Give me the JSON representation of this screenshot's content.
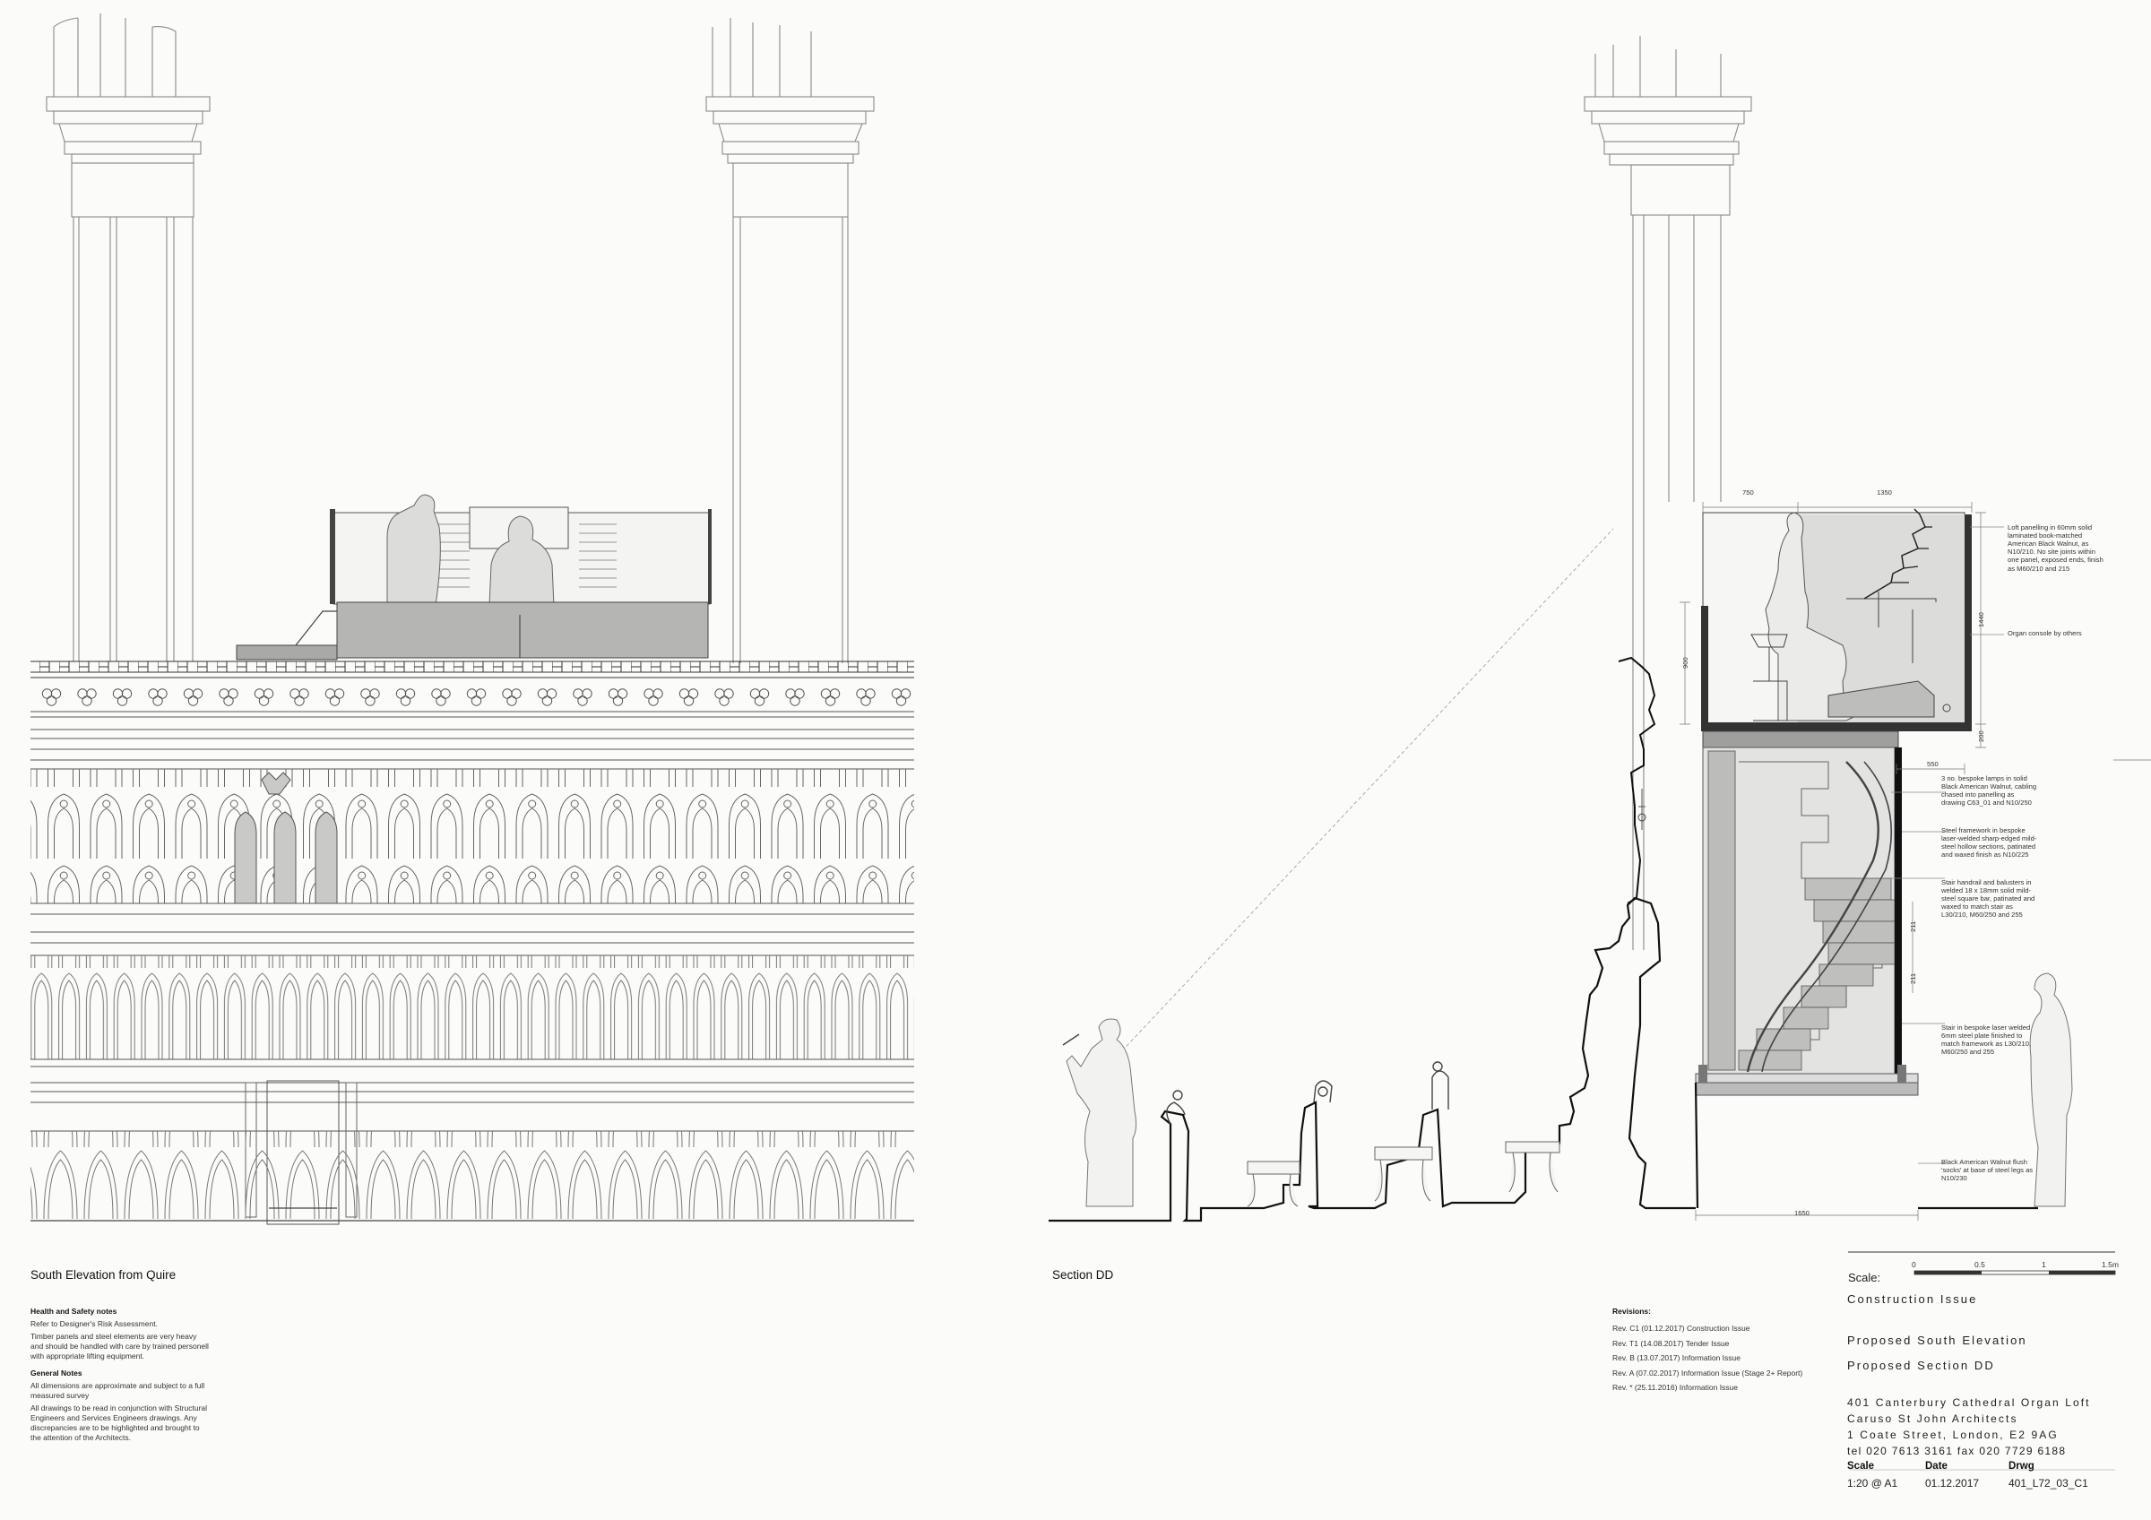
{
  "views": {
    "elevation_title": "South Elevation from Quire",
    "section_title": "Section DD"
  },
  "notes": {
    "hs_heading": "Health and Safety notes",
    "hs_1": "Refer to Designer's Risk Assessment.",
    "hs_2": "Timber panels and steel elements are very heavy and should be handled with care by trained personell with appropriate lifting equipment.",
    "general_heading": "General Notes",
    "general_1": "All dimensions are approximate and subject to a full measured survey",
    "general_2": "All drawings to be read in conjunction with Structural Engineers and Services Engineers drawings. Any discrepancies are to be highlighted and brought to the attention of the Architects."
  },
  "revisions": {
    "heading": "Revisions:",
    "items": [
      "Rev. C1 (01.12.2017) Construction Issue",
      "Rev. T1 (14.08.2017) Tender Issue",
      "Rev. B (13.07.2017) Information Issue",
      "Rev. A (07.02.2017) Information Issue (Stage 2+ Report)",
      "Rev. * (25.11.2016) Information Issue"
    ]
  },
  "title_block": {
    "scale_label": "Scale:",
    "scale_ticks": [
      "0",
      "0.5",
      "1",
      "1.5m"
    ],
    "issue": "Construction Issue",
    "title_1": "Proposed South Elevation",
    "title_2": "Proposed Section DD",
    "project": "401 Canterbury Cathedral Organ Loft",
    "practice": "Caruso St John Architects",
    "address": "1 Coate Street,   London,   E2 9AG",
    "phone": "tel 020 7613 3161    fax 020 7729 6188",
    "scale_heading": "Scale",
    "date_heading": "Date",
    "drwg_heading": "Drwg",
    "scale_value": "1:20 @ A1",
    "date_value": "01.12.2017",
    "drwg_value": "401_L72_03_C1"
  },
  "annotations": {
    "panelling": "Loft panelling in 60mm solid laminated book-matched American Black Walnut, as N10/210. No site joints within one panel, exposed ends, finish as M60/210 and 215",
    "console": "Organ console by others",
    "lamps": "3 no. bespoke lamps in solid Black American Walnut, cabling chased into panelling as drawing C63_01 and N10/250",
    "framework": "Steel framework in bespoke laser-welded sharp-edged mild-steel hollow sections, patinated and waxed finish as N10/225",
    "handrail": "Stair handrail and balusters in welded 18 x 18mm solid mild-steel square bar, patinated and waxed to match stair as L30/210, M60/250 and 255",
    "stair": "Stair in bespoke laser welded 6mm steel plate finished to match framework as L30/210, M60/250 and 255",
    "socks": "Black American Walnut flush 'socks' at base of steel legs as N10/230"
  },
  "dimensions": {
    "d750": "750",
    "d1350": "1350",
    "d550": "550",
    "d1650": "1650",
    "d1440": "1440",
    "d900": "900",
    "d200": "200",
    "d211a": "211",
    "d211b": "211"
  }
}
